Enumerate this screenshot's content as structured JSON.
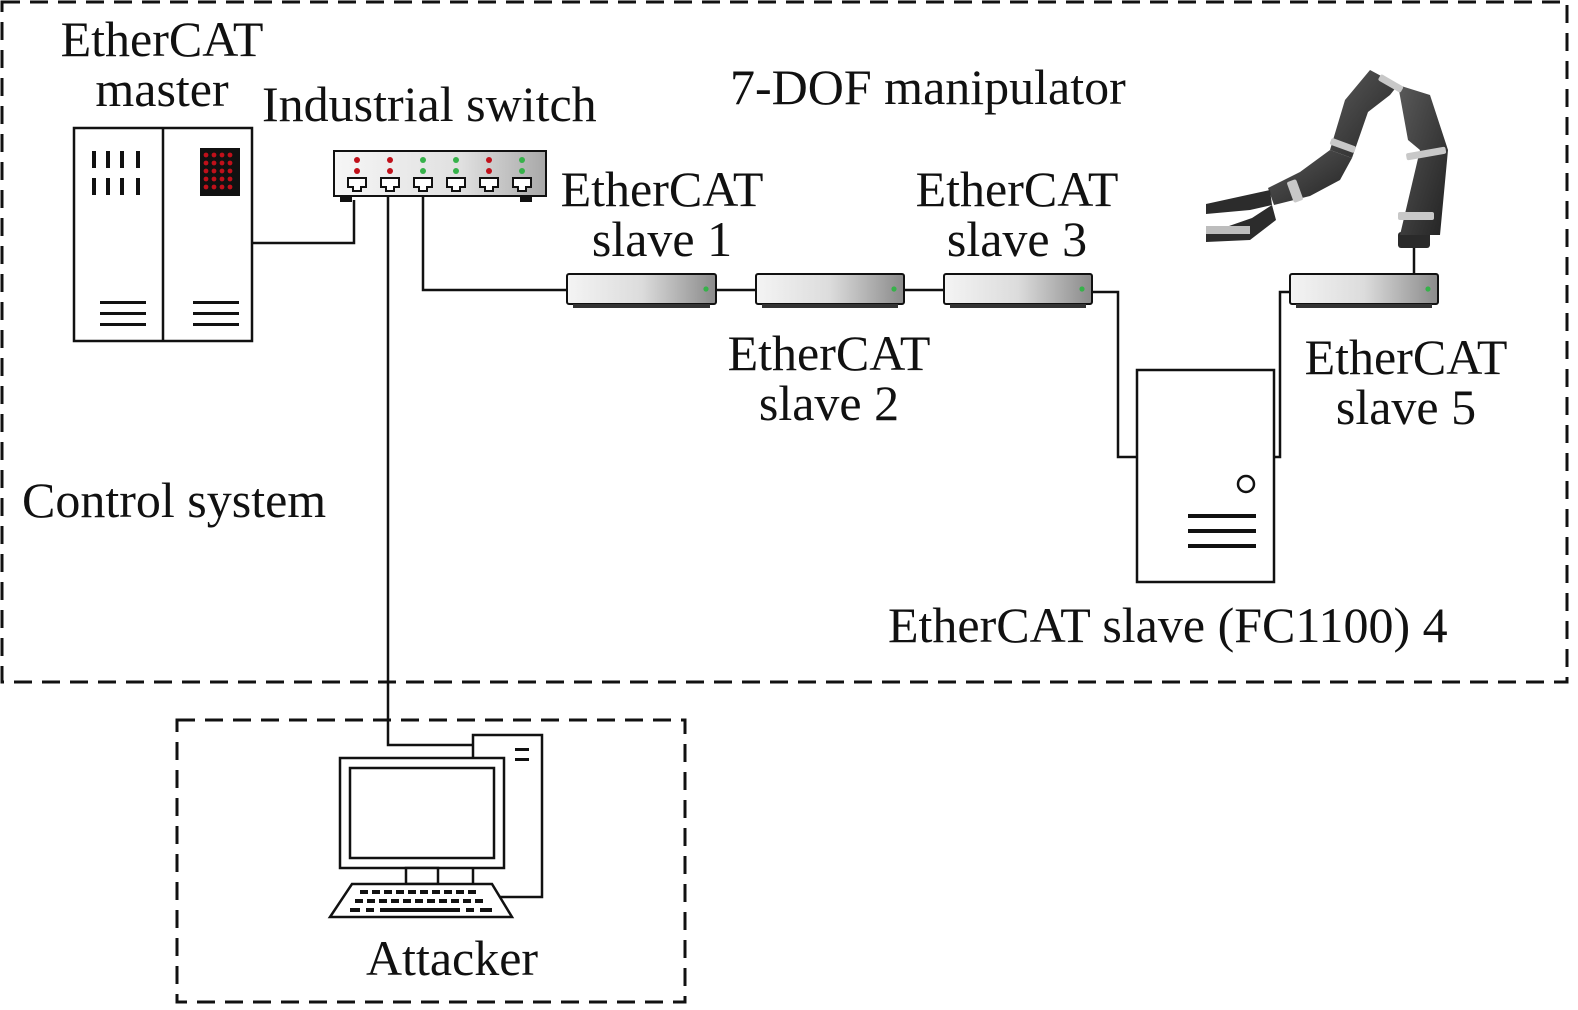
{
  "labels": {
    "master_line1": "EtherCAT",
    "master_line2": "master",
    "switch": "Industrial switch",
    "manipulator": "7-DOF manipulator",
    "slave1_line1": "EtherCAT",
    "slave1_line2": "slave 1",
    "slave2_line1": "EtherCAT",
    "slave2_line2": "slave 2",
    "slave3_line1": "EtherCAT",
    "slave3_line2": "slave 3",
    "slave4": "EtherCAT slave (FC1100) 4",
    "slave5_line1": "EtherCAT",
    "slave5_line2": "slave 5",
    "control_system": "Control system",
    "attacker": "Attacker"
  },
  "colors": {
    "line": "#111111",
    "led_red": "#c0101a",
    "led_green": "#36b24a",
    "master_panel": "#1a1a1a",
    "robot_dark": "#3a3a3a",
    "robot_ring": "#c8c8c8"
  }
}
